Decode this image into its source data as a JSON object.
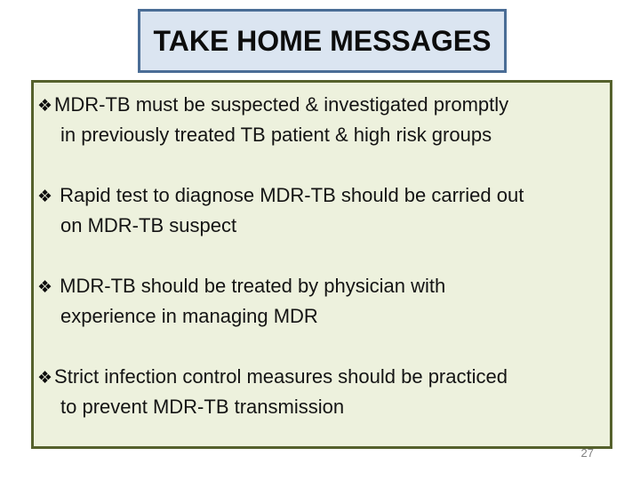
{
  "slide": {
    "title": "TAKE HOME MESSAGES",
    "page_number": "27"
  },
  "colors": {
    "title_background": "#dbe5f1",
    "title_border": "#4a6d96",
    "content_background": "#edf1dd",
    "content_border": "#55612c",
    "body_text": "#141414",
    "page_number_text": "#808080"
  },
  "icons": {
    "bullet_glyph": "❖",
    "bullet_glyph_name": "four-diamond-bullet-icon"
  },
  "bullets": [
    {
      "icon": "❖",
      "lines": [
        "MDR-TB must be suspected & investigated promptly",
        "in previously treated TB patient & high risk groups"
      ]
    },
    {
      "icon": "❖",
      "lines": [
        " Rapid test to diagnose MDR-TB should be carried out",
        "on MDR-TB suspect"
      ]
    },
    {
      "icon": "❖",
      "lines": [
        " MDR-TB should be treated by physician with",
        "experience in managing MDR"
      ]
    },
    {
      "icon": "❖",
      "lines": [
        "Strict infection control measures should be practiced",
        "to prevent MDR-TB transmission"
      ]
    }
  ]
}
